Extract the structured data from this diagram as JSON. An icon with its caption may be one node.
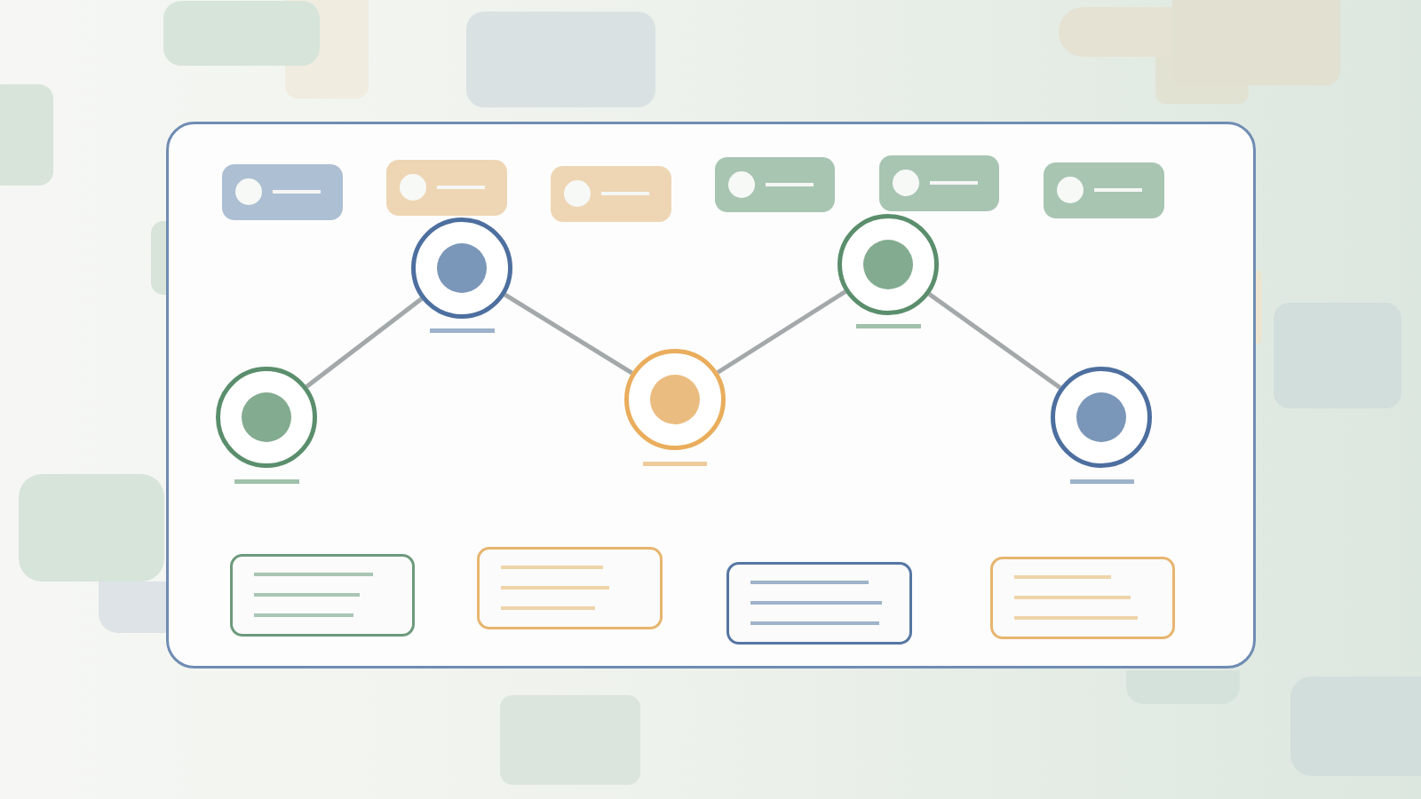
{
  "diagram": {
    "nodes": [
      {
        "text": [],
        "shape": "box"
      },
      {
        "text": [],
        "shape": "box",
        "in": 0
      },
      {
        "text": [],
        "shape": "box",
        "in": 0
      },
      {
        "text": [],
        "shape": "box",
        "in": 0
      },
      {
        "text": [],
        "shape": "box",
        "in": 0
      },
      {
        "text": [],
        "shape": "box",
        "in": 0
      },
      {
        "text": [],
        "shape": "box",
        "in": 0
      },
      {
        "text": [],
        "shape": "circle",
        "in": 0
      },
      {
        "text": [],
        "shape": "circle",
        "in": 0
      },
      {
        "text": [],
        "shape": "circle",
        "in": 0
      },
      {
        "text": [],
        "shape": "circle",
        "in": 0
      },
      {
        "text": [],
        "shape": "circle",
        "in": 0
      },
      {
        "text": [],
        "shape": "box",
        "in": 0
      },
      {
        "text": [],
        "shape": "box",
        "in": 0
      },
      {
        "text": [],
        "shape": "box",
        "in": 0
      },
      {
        "text": [],
        "shape": "box",
        "in": 0
      }
    ],
    "edges": [
      {
        "from": 7,
        "to": 8,
        "arrow": "none"
      },
      {
        "from": 8,
        "to": 9,
        "arrow": "none"
      },
      {
        "from": 9,
        "to": 10,
        "arrow": "none"
      },
      {
        "from": 10,
        "to": 11,
        "arrow": "none"
      }
    ]
  }
}
